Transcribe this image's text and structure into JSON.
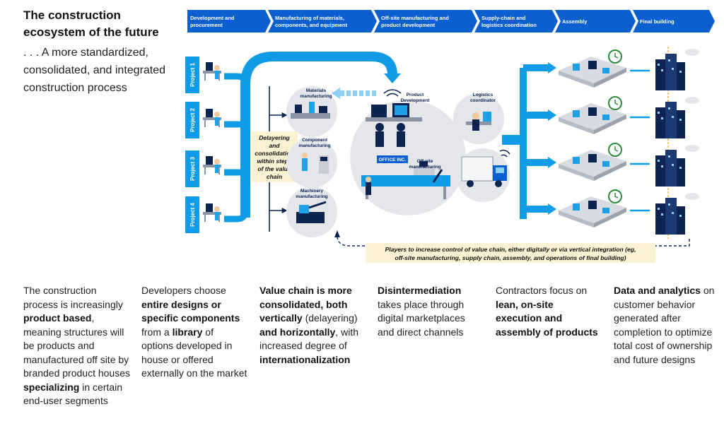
{
  "title": "The construction ecosystem of the future",
  "subtitle": ". . . A more standardized, consolidated, and integrated construction process",
  "stages": [
    {
      "label1": "Development and",
      "label2": "procurement"
    },
    {
      "label1": "Manufacturing of materials,",
      "label2": "components, and equipment"
    },
    {
      "label1": "Off-site manufacturing and",
      "label2": "product development"
    },
    {
      "label1": "Supply-chain and",
      "label2": "logistics coordination"
    },
    {
      "label1": "Assembly",
      "label2": ""
    },
    {
      "label1": "Final building",
      "label2": ""
    }
  ],
  "projects": [
    "Project 1",
    "Project 2",
    "Project 3",
    "Project 4"
  ],
  "nodes": {
    "materials": [
      "Materials",
      "manufacturing"
    ],
    "component": [
      "Component",
      "manufacturing"
    ],
    "machinery": [
      "Machinery",
      "manufacturing"
    ],
    "product": [
      "Product",
      "Development"
    ],
    "offsite": [
      "Off-site",
      "manufacturing"
    ],
    "logistics": [
      "Logistics",
      "coordinator"
    ],
    "office_sign": "OFFICE INC."
  },
  "delayering": [
    "Delayering",
    "and",
    "consolidation",
    "within steps",
    "of the value",
    "chain"
  ],
  "players": [
    "Players to increase control of value chain, either digitally or via vertical integration (eg,",
    "off-site manufacturing, supply chain, assembly, and operations of final building)"
  ],
  "descriptions": [
    {
      "segments": [
        {
          "t": "The construction process is increasingly ",
          "b": false
        },
        {
          "t": "product based",
          "b": true
        },
        {
          "t": ", meaning structures will be products and manufactured off site by branded product houses ",
          "b": false
        },
        {
          "t": "specializing",
          "b": true
        },
        {
          "t": " in certain end-user segments",
          "b": false
        }
      ]
    },
    {
      "segments": [
        {
          "t": "Developers choose ",
          "b": false
        },
        {
          "t": "entire designs or specific components",
          "b": true
        },
        {
          "t": " from a ",
          "b": false
        },
        {
          "t": "library",
          "b": true
        },
        {
          "t": " of options developed in house or offered externally on the market",
          "b": false
        }
      ]
    },
    {
      "segments": [
        {
          "t": "Value chain is more consolidated, both vertically",
          "b": true
        },
        {
          "t": " (delayering) ",
          "b": false
        },
        {
          "t": "and horizontally",
          "b": true
        },
        {
          "t": ", with increased degree of ",
          "b": false
        },
        {
          "t": "internationalization",
          "b": true
        }
      ]
    },
    {
      "segments": [
        {
          "t": "Disintermediation",
          "b": true
        },
        {
          "t": " takes place through digital marketplaces and direct channels",
          "b": false
        }
      ]
    },
    {
      "segments": [
        {
          "t": "Contractors focus on ",
          "b": false
        },
        {
          "t": "lean, on-site execution and assembly of products",
          "b": true
        }
      ]
    },
    {
      "segments": [
        {
          "t": "Data and analytics",
          "b": true
        },
        {
          "t": " on customer behavior generated after completion to optimize total cost of ownership and future designs",
          "b": false
        }
      ]
    }
  ],
  "colors": {
    "banner": "#0b5fcf",
    "flow": "#0f9be6",
    "dark": "#0d2350",
    "accent": "#1ea0e6",
    "note_bg": "#fbf1d3",
    "grey": "#e4e6ea",
    "clock": "#2e8b3e"
  }
}
